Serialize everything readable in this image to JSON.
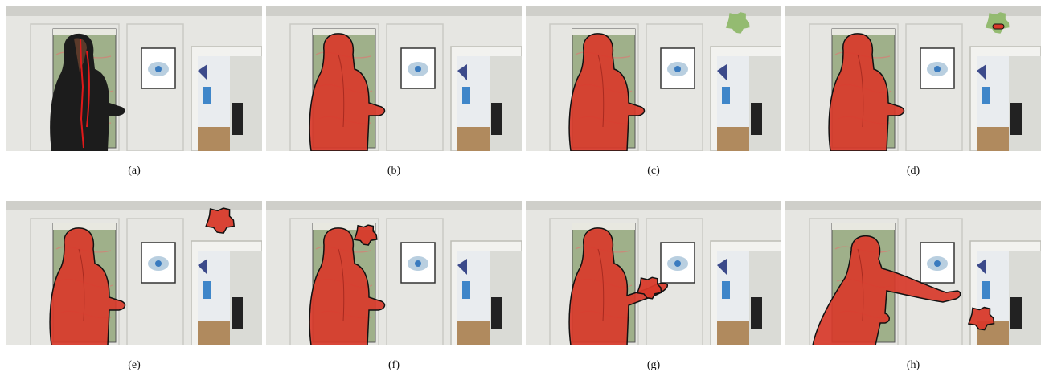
{
  "figure": {
    "panels": [
      {
        "id": "a",
        "caption": "(a)",
        "person": "scribble",
        "object": "none",
        "arm": "down"
      },
      {
        "id": "b",
        "caption": "(b)",
        "person": "mask",
        "object": "none",
        "arm": "down"
      },
      {
        "id": "c",
        "caption": "(c)",
        "person": "mask",
        "object": "green-top",
        "arm": "down"
      },
      {
        "id": "d",
        "caption": "(d)",
        "person": "mask",
        "object": "green-top-scribble",
        "arm": "down"
      },
      {
        "id": "e",
        "caption": "(e)",
        "person": "mask",
        "object": "mask-top-right",
        "arm": "down"
      },
      {
        "id": "f",
        "caption": "(f)",
        "person": "mask",
        "object": "mask-mid",
        "arm": "down"
      },
      {
        "id": "g",
        "caption": "(g)",
        "person": "mask",
        "object": "mask-hand",
        "arm": "forward"
      },
      {
        "id": "h",
        "caption": "(h)",
        "person": "mask",
        "object": "mask-thrown",
        "arm": "extended"
      }
    ],
    "colors": {
      "wall": "#e6e6e2",
      "mask": "#d83a2a",
      "outline": "#111111",
      "green": "#8fb86a",
      "map": "#9fb08a",
      "jacket": "#1c1c1c"
    }
  }
}
